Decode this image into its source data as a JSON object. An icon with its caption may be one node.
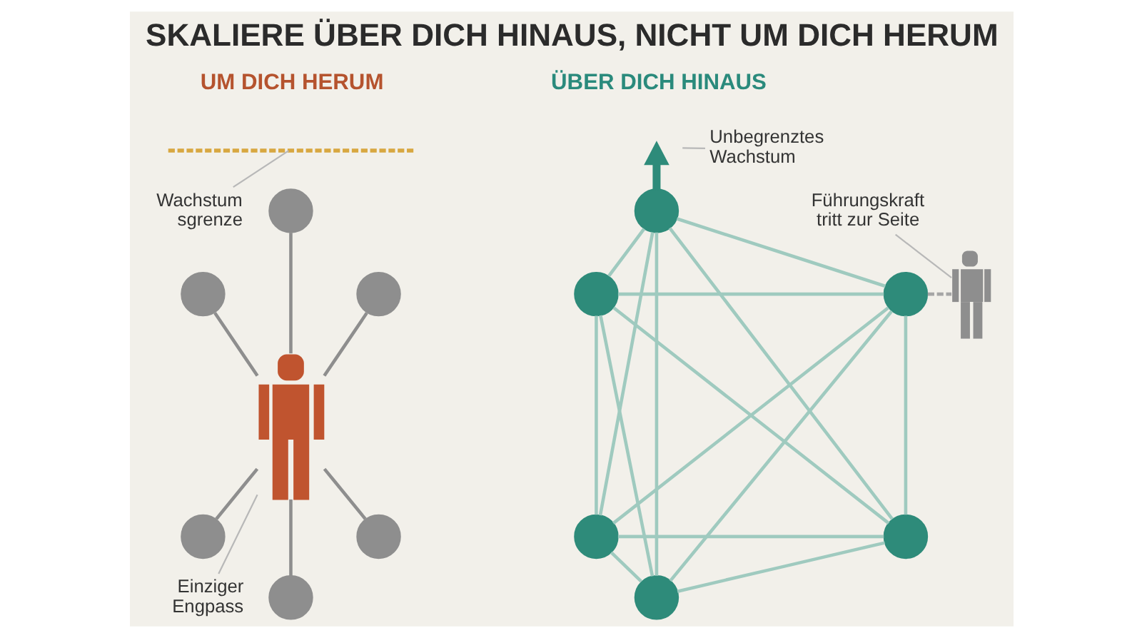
{
  "diagram": {
    "title": "SKALIERE ÜBER DICH HINAUS, NICHT UM DICH HERUM",
    "nodes": [
      {
        "text": [],
        "shape": "line"
      },
      {
        "text": [
          "Wachstum sgrenze"
        ]
      },
      {
        "text": [],
        "shape": "circle"
      },
      {
        "text": [],
        "shape": "circle"
      },
      {
        "text": [],
        "shape": "circle"
      },
      {
        "text": [],
        "shape": "person"
      },
      {
        "text": [],
        "shape": "circle"
      },
      {
        "text": [],
        "shape": "circle"
      },
      {
        "text": [
          "Einziger Engpass"
        ]
      },
      {
        "text": [],
        "shape": "circle"
      },
      {
        "text": [
          "Unbegrenztes Wachstum"
        ]
      },
      {
        "text": [],
        "shape": "circle"
      },
      {
        "text": [],
        "shape": "circle"
      },
      {
        "text": [],
        "shape": "circle"
      },
      {
        "text": [
          "Führungskraft tritt zur Seite"
        ]
      },
      {
        "text": [],
        "shape": "person"
      },
      {
        "text": [],
        "shape": "circle"
      },
      {
        "text": [],
        "shape": "circle"
      },
      {
        "text": [],
        "shape": "circle"
      }
    ],
    "edges": [
      {
        "from": 1,
        "to": 0,
        "arrow": "none",
        "color": "#b8b8b8"
      },
      {
        "from": 5,
        "to": 2,
        "arrow": "none",
        "color": "#8e8e8e"
      },
      {
        "from": 5,
        "to": 3,
        "arrow": "none",
        "color": "#8e8e8e"
      },
      {
        "from": 5,
        "to": 4,
        "arrow": "none",
        "color": "#8e8e8e"
      },
      {
        "from": 6,
        "to": 5,
        "arrow": "none",
        "color": "#8e8e8e"
      },
      {
        "from": 7,
        "to": 5,
        "arrow": "none",
        "color": "#8e8e8e"
      },
      {
        "from": 9,
        "to": 5,
        "arrow": "none",
        "color": "#8e8e8e"
      },
      {
        "from": 8,
        "to": 5,
        "arrow": "none",
        "color": "#b8b8b8"
      },
      {
        "from": 11,
        "to": null,
        "arrow": "to",
        "style": "thick",
        "color": "#2e8b7a"
      },
      {
        "from": 10,
        "to": null,
        "arrow": "none",
        "color": "#b8b8b8"
      },
      {
        "from": 12,
        "to": 11,
        "arrow": "none"
      },
      {
        "from": 13,
        "to": 11,
        "arrow": "none"
      },
      {
        "from": 12,
        "to": 13,
        "arrow": "none"
      },
      {
        "from": 16,
        "to": 11,
        "arrow": "none"
      },
      {
        "from": 17,
        "to": 11,
        "arrow": "none"
      },
      {
        "from": 18,
        "to": 11,
        "arrow": "none"
      },
      {
        "from": 16,
        "to": 12,
        "arrow": "none"
      },
      {
        "from": 17,
        "to": 12,
        "arrow": "none"
      },
      {
        "from": 18,
        "to": 12,
        "arrow": "none"
      },
      {
        "from": 16,
        "to": 13,
        "arrow": "none"
      },
      {
        "from": 17,
        "to": 13,
        "arrow": "none"
      },
      {
        "from": 18,
        "to": 13,
        "arrow": "none"
      },
      {
        "from": 16,
        "to": 17,
        "arrow": "none"
      },
      {
        "from": 18,
        "to": 16,
        "arrow": "none"
      },
      {
        "from": 18,
        "to": 17,
        "arrow": "none"
      },
      {
        "from": 14,
        "to": 15,
        "arrow": "none",
        "color": "#b8b8b8"
      },
      {
        "from": 13,
        "to": 15,
        "arrow": "none",
        "style": "dashed",
        "color": "#a6a6a6"
      }
    ],
    "labels": [
      "UM DICH HERUM",
      "ÜBER DICH HINAUS"
    ]
  }
}
